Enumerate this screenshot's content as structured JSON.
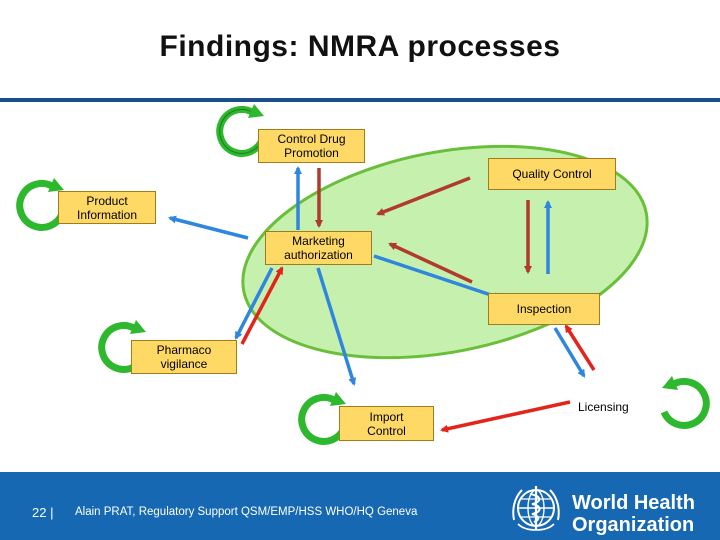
{
  "title": "Findings: NMRA processes",
  "nodes": {
    "control_drug_promotion": "Control Drug Promotion",
    "quality_control": "Quality Control",
    "product_information": "Product Information",
    "marketing_authorization": "Marketing authorization",
    "inspection": "Inspection",
    "pharmaco_vigilance": "Pharmaco vigilance",
    "import_control": "Import Control",
    "licensing": "Licensing"
  },
  "footer": {
    "page_number": "22 |",
    "text": "Alain PRAT, Regulatory Support QSM/EMP/HSS WHO/HQ Geneva",
    "org_line1": "World Health",
    "org_line2": "Organization"
  },
  "colors": {
    "ellipse_fill": "#c4f0a8",
    "ellipse_stroke": "#6abf3a",
    "box_fill": "#ffd966",
    "arrow_red": "#c0392b",
    "arrow_blue": "#2e86de",
    "cycle_green": "#2db82d",
    "footer_blue": "#1668b2"
  },
  "icons": [
    "cycle-arrow-icon",
    "who-emblem-icon"
  ]
}
